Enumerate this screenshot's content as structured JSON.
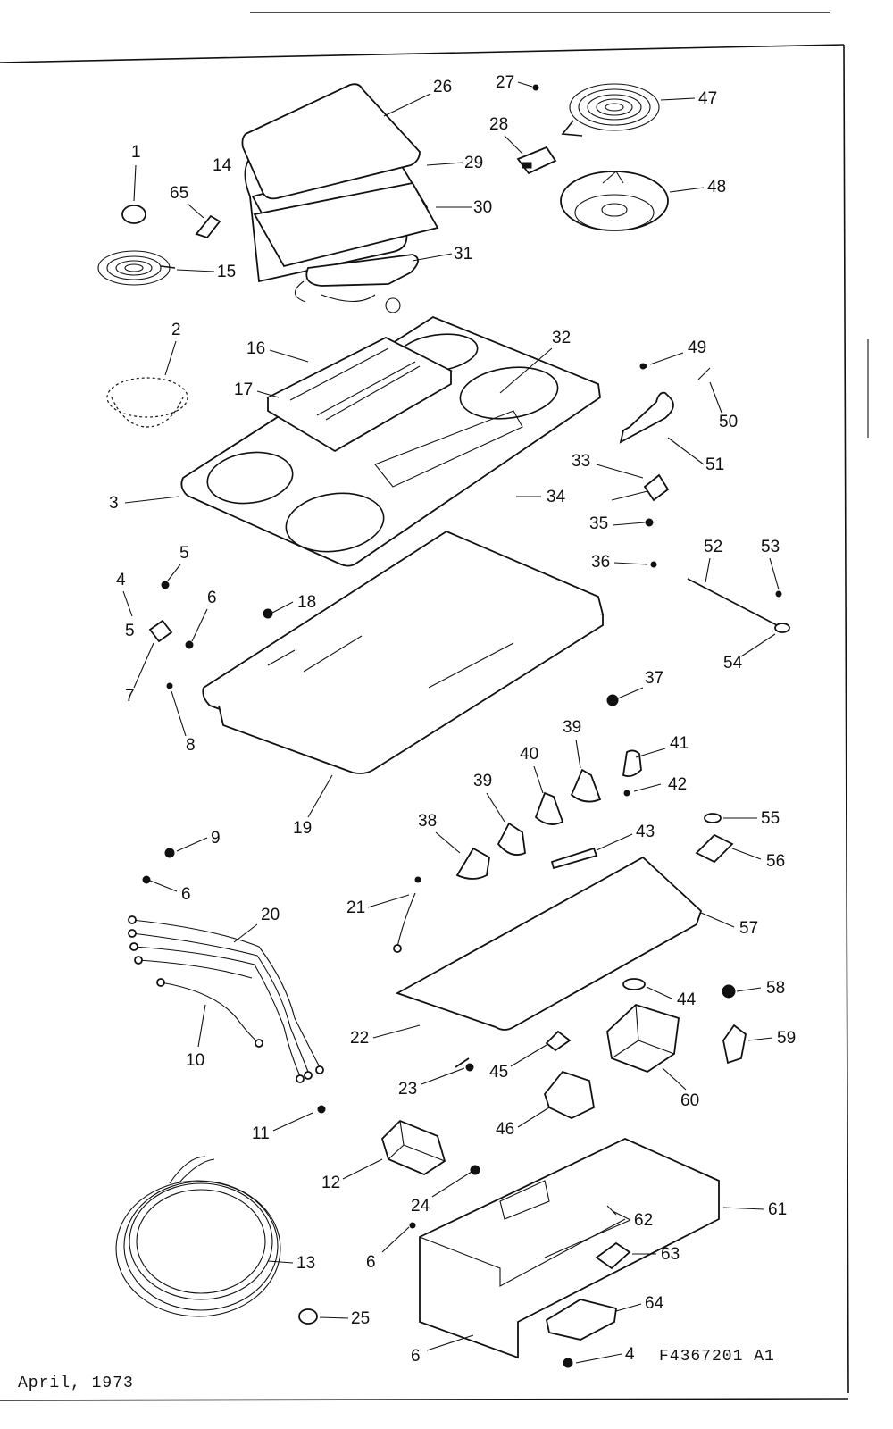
{
  "footer": {
    "date": "April, 1973",
    "drawing_number": "F4367201 A1"
  },
  "callouts": [
    {
      "id": "c1",
      "text": "1"
    },
    {
      "id": "c2",
      "text": "2"
    },
    {
      "id": "c3",
      "text": "3"
    },
    {
      "id": "c4a",
      "text": "4"
    },
    {
      "id": "c4b",
      "text": "4"
    },
    {
      "id": "c5a",
      "text": "5"
    },
    {
      "id": "c5b",
      "text": "5"
    },
    {
      "id": "c6a",
      "text": "6"
    },
    {
      "id": "c6b",
      "text": "6"
    },
    {
      "id": "c6c",
      "text": "6"
    },
    {
      "id": "c6d",
      "text": "6"
    },
    {
      "id": "c7",
      "text": "7"
    },
    {
      "id": "c8",
      "text": "8"
    },
    {
      "id": "c9",
      "text": "9"
    },
    {
      "id": "c10",
      "text": "10"
    },
    {
      "id": "c11",
      "text": "11"
    },
    {
      "id": "c12",
      "text": "12"
    },
    {
      "id": "c13",
      "text": "13"
    },
    {
      "id": "c14",
      "text": "14"
    },
    {
      "id": "c15",
      "text": "15"
    },
    {
      "id": "c16",
      "text": "16"
    },
    {
      "id": "c17",
      "text": "17"
    },
    {
      "id": "c18",
      "text": "18"
    },
    {
      "id": "c19",
      "text": "19"
    },
    {
      "id": "c20",
      "text": "20"
    },
    {
      "id": "c21",
      "text": "21"
    },
    {
      "id": "c22",
      "text": "22"
    },
    {
      "id": "c23",
      "text": "23"
    },
    {
      "id": "c24",
      "text": "24"
    },
    {
      "id": "c25",
      "text": "25"
    },
    {
      "id": "c26",
      "text": "26"
    },
    {
      "id": "c27",
      "text": "27"
    },
    {
      "id": "c28",
      "text": "28"
    },
    {
      "id": "c29",
      "text": "29"
    },
    {
      "id": "c30",
      "text": "30"
    },
    {
      "id": "c31",
      "text": "31"
    },
    {
      "id": "c32",
      "text": "32"
    },
    {
      "id": "c33",
      "text": "33"
    },
    {
      "id": "c34",
      "text": "34"
    },
    {
      "id": "c35",
      "text": "35"
    },
    {
      "id": "c36",
      "text": "36"
    },
    {
      "id": "c37",
      "text": "37"
    },
    {
      "id": "c38",
      "text": "38"
    },
    {
      "id": "c39a",
      "text": "39"
    },
    {
      "id": "c39b",
      "text": "39"
    },
    {
      "id": "c40",
      "text": "40"
    },
    {
      "id": "c41",
      "text": "41"
    },
    {
      "id": "c42",
      "text": "42"
    },
    {
      "id": "c43",
      "text": "43"
    },
    {
      "id": "c44",
      "text": "44"
    },
    {
      "id": "c45",
      "text": "45"
    },
    {
      "id": "c46",
      "text": "46"
    },
    {
      "id": "c47",
      "text": "47"
    },
    {
      "id": "c48",
      "text": "48"
    },
    {
      "id": "c49",
      "text": "49"
    },
    {
      "id": "c50",
      "text": "50"
    },
    {
      "id": "c51",
      "text": "51"
    },
    {
      "id": "c52",
      "text": "52"
    },
    {
      "id": "c53",
      "text": "53"
    },
    {
      "id": "c54",
      "text": "54"
    },
    {
      "id": "c55",
      "text": "55"
    },
    {
      "id": "c56",
      "text": "56"
    },
    {
      "id": "c57",
      "text": "57"
    },
    {
      "id": "c58",
      "text": "58"
    },
    {
      "id": "c59",
      "text": "59"
    },
    {
      "id": "c60",
      "text": "60"
    },
    {
      "id": "c61",
      "text": "61"
    },
    {
      "id": "c62",
      "text": "62"
    },
    {
      "id": "c63",
      "text": "63"
    },
    {
      "id": "c64",
      "text": "64"
    },
    {
      "id": "c65",
      "text": "65"
    }
  ]
}
